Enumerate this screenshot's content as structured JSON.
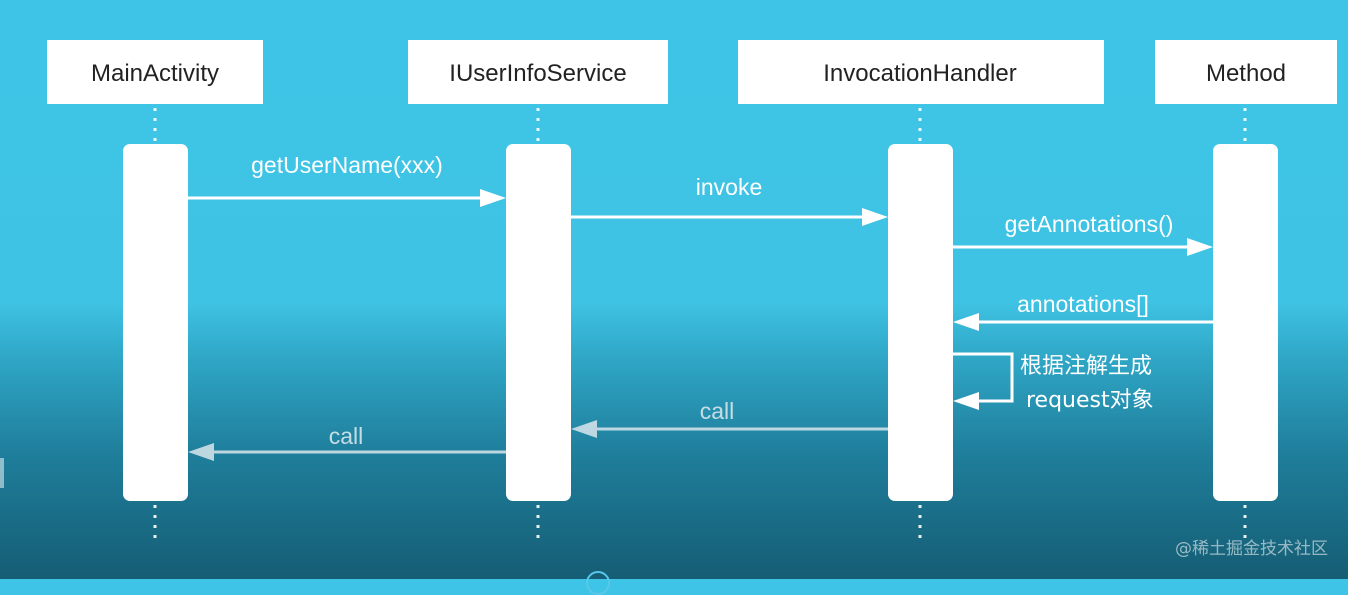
{
  "participants": [
    "MainActivity",
    "IUserInfoService",
    "InvocationHandler",
    "Method"
  ],
  "messages": [
    {
      "label": "getUserName(xxx)",
      "from": 0,
      "to": 1,
      "kind": "call"
    },
    {
      "label": "invoke",
      "from": 1,
      "to": 2,
      "kind": "call"
    },
    {
      "label": "getAnnotations()",
      "from": 2,
      "to": 3,
      "kind": "call"
    },
    {
      "label": "annotations[]",
      "from": 3,
      "to": 2,
      "kind": "return"
    },
    {
      "label": "call",
      "from": 2,
      "to": 1,
      "kind": "return"
    },
    {
      "label": "call",
      "from": 1,
      "to": 0,
      "kind": "return"
    }
  ],
  "self_note": {
    "line1": "根据注解生成",
    "line2": "request对象"
  },
  "watermark": "@稀土掘金技术社区"
}
